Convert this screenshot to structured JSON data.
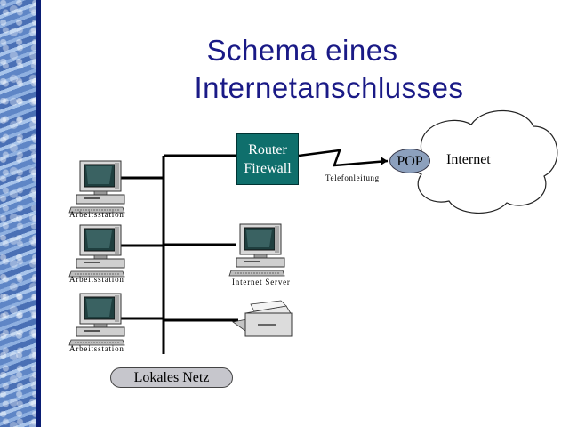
{
  "title": {
    "line1": "Schema eines",
    "line2": "Internetanschlusses"
  },
  "workstation_label": "Arbeitsstation",
  "router": {
    "line1": "Router",
    "line2": "Firewall"
  },
  "phone_line_label": "Telefonleitung",
  "pop_label": "POP",
  "internet_label": "Internet",
  "server_label": "Internet Server",
  "lan_label": "Lokales Netz",
  "colors": {
    "title": "#1a1a86",
    "router": "#0f6f6c",
    "pop": "#8ca0bd",
    "lan": "#c6c6cc",
    "sidebar": "#0a1e74"
  }
}
